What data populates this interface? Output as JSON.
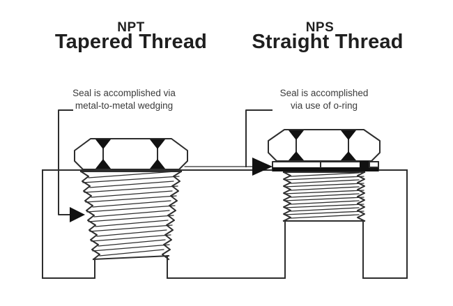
{
  "left_fitting": {
    "code": "NPT",
    "title": "Tapered Thread",
    "annotation": [
      "Seal is accomplished via",
      "metal-to-metal wedging"
    ]
  },
  "right_fitting": {
    "code": "NPS",
    "title": "Straight Thread",
    "annotation": [
      "Seal is accomplished",
      "via use of o-ring"
    ]
  },
  "colors": {
    "line": "#2d2d2d",
    "fill": "#111111",
    "background": "#ffffff",
    "title_text": "#1f1f1f",
    "annotation_text": "#3a3a3a"
  }
}
